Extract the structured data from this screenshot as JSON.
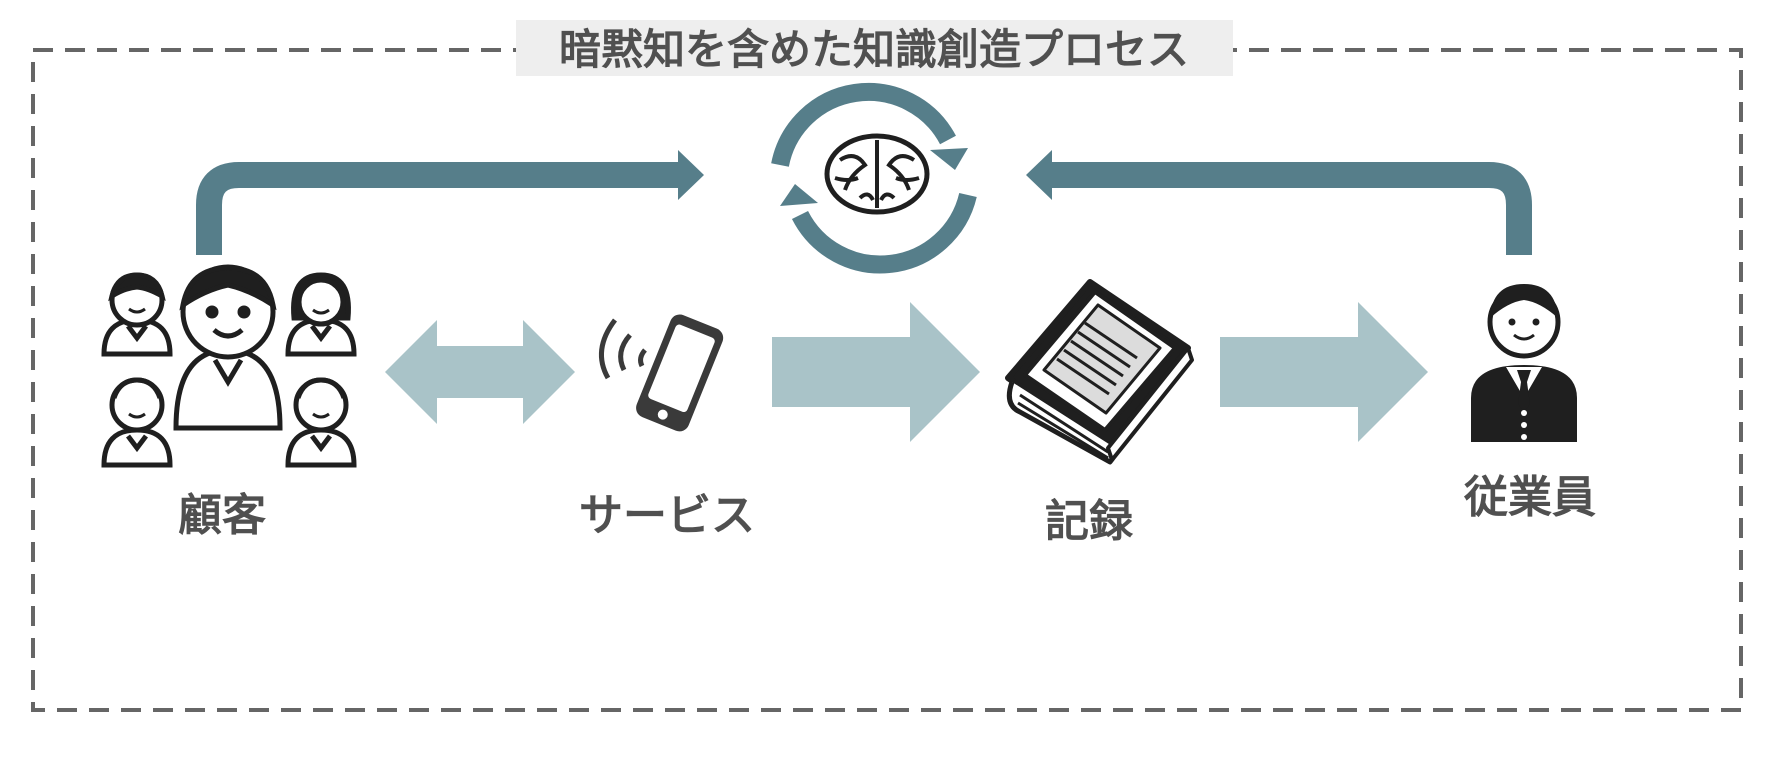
{
  "title": "暗黙知を含めた知識創造プロセス",
  "nodes": [
    {
      "id": "customer",
      "label": "顧客",
      "icon": "customer-group-icon"
    },
    {
      "id": "service",
      "label": "サービス",
      "icon": "smartphone-icon"
    },
    {
      "id": "record",
      "label": "記録",
      "icon": "book-icon"
    },
    {
      "id": "employee",
      "label": "従業員",
      "icon": "employee-icon"
    }
  ],
  "center_icon": "brain-cycle-icon",
  "colors": {
    "frame": "#666666",
    "dark_arrow": "#567e8a",
    "light_arrow": "#a9c3c8",
    "text": "#505050",
    "icon": "#1f1f1f",
    "title_bg": "#eeeeee"
  }
}
